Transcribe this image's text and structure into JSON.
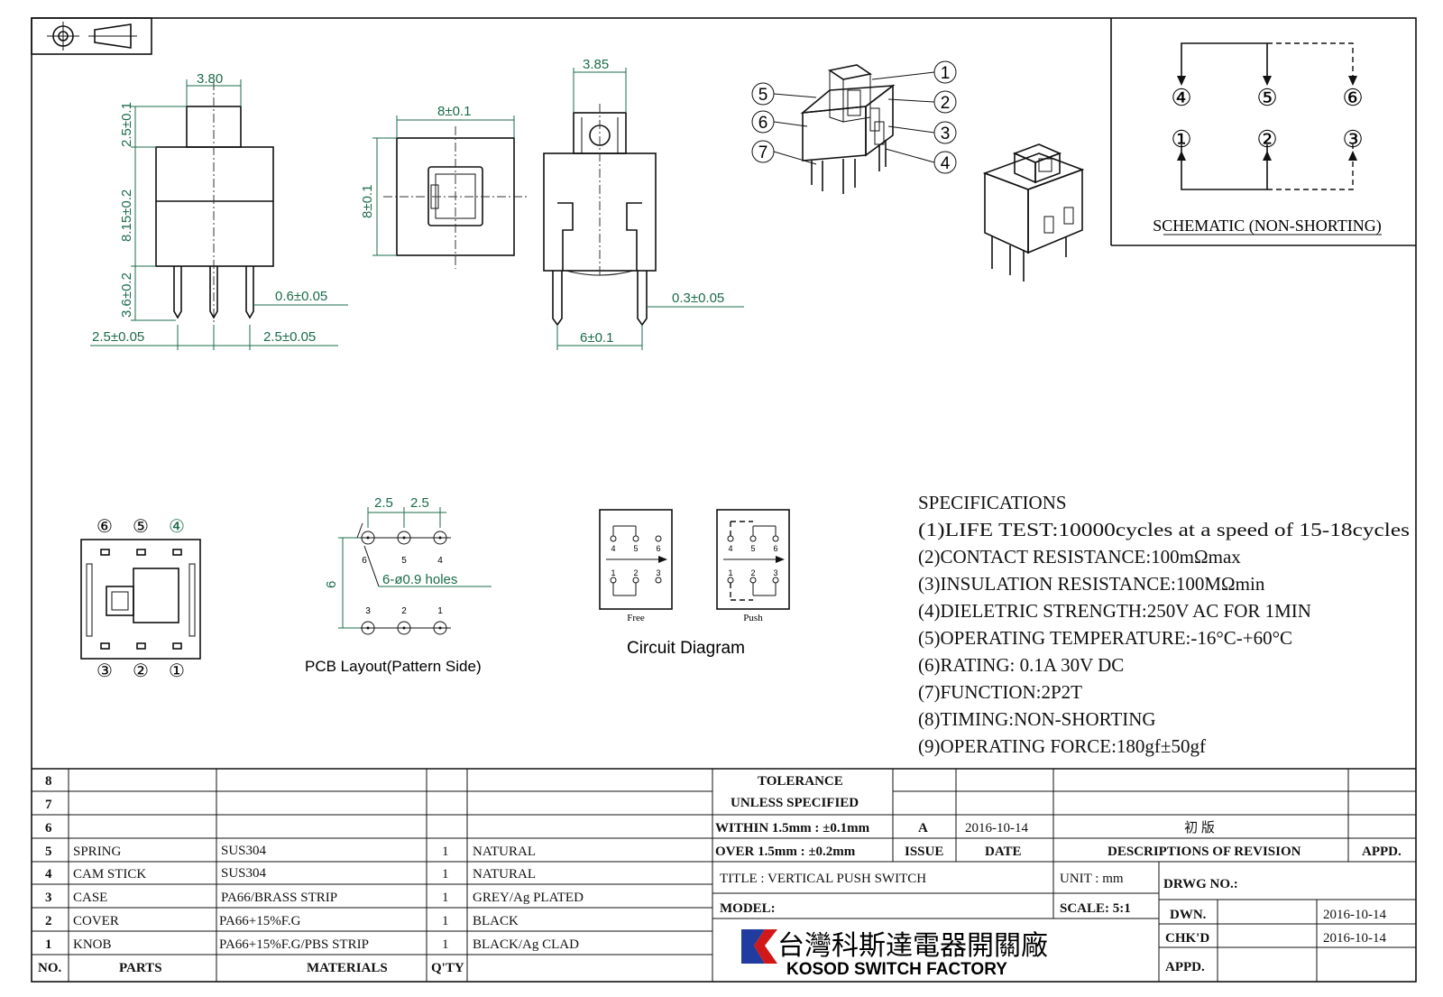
{
  "dims": {
    "side_top_width": "3.80",
    "side_knob_height": "2.5±0.1",
    "side_body_height": "8.15±0.2",
    "side_pin_height": "3.6±0.2",
    "side_pin_dia": "0.6±0.05",
    "side_pitch_left": "2.5±0.05",
    "side_pitch_right": "2.5±0.05",
    "top_width": "8±0.1",
    "top_height": "8±0.1",
    "front_knob_width": "3.85",
    "front_pin_dia": "0.3±0.05",
    "front_pin_span": "6±0.1"
  },
  "callouts": [
    "1",
    "2",
    "3",
    "4",
    "5",
    "6",
    "7"
  ],
  "schematic": {
    "title": "SCHEMATIC (NON-SHORTING)",
    "top_pins": [
      "④",
      "⑤",
      "⑥"
    ],
    "bottom_pins": [
      "①",
      "②",
      "③"
    ]
  },
  "bottom_view": {
    "top_pins": [
      "⑥",
      "⑤",
      "④"
    ],
    "bottom_pins": [
      "③",
      "②",
      "①"
    ]
  },
  "pcb": {
    "pitch_a": "2.5",
    "pitch_b": "2.5",
    "row_span": "6",
    "holes": "6-ø0.9 holes",
    "top_nums": [
      "6",
      "5",
      "4"
    ],
    "bottom_nums": [
      "3",
      "2",
      "1"
    ],
    "caption": "PCB Layout(Pattern Side)"
  },
  "circuit": {
    "free_label": "Free",
    "push_label": "Push",
    "top_nums": [
      "4",
      "5",
      "6"
    ],
    "bottom_nums": [
      "1",
      "2",
      "3"
    ],
    "caption": "Circuit Diagram"
  },
  "specs": {
    "title": "SPECIFICATIONS",
    "items": [
      "(1)LIFE TEST:10000cycles at a speed of 15-18cycles",
      "(2)CONTACT RESISTANCE:100mΩmax",
      "(3)INSULATION RESISTANCE:100MΩmin",
      "(4)DIELETRIC STRENGTH:250V AC FOR 1MIN",
      "(5)OPERATING TEMPERATURE:-16°C-+60°C",
      "(6)RATING: 0.1A 30V DC",
      "(7)FUNCTION:2P2T",
      "(8)TIMING:NON-SHORTING",
      "(9)OPERATING FORCE:180gf±50gf"
    ]
  },
  "bom": {
    "rows": [
      {
        "no": "8",
        "part": "",
        "material": "",
        "qty": "",
        "finish": ""
      },
      {
        "no": "7",
        "part": "",
        "material": "",
        "qty": "",
        "finish": ""
      },
      {
        "no": "6",
        "part": "",
        "material": "",
        "qty": "",
        "finish": ""
      },
      {
        "no": "5",
        "part": "SPRING",
        "material": "SUS304",
        "qty": "1",
        "finish": "NATURAL"
      },
      {
        "no": "4",
        "part": "CAM STICK",
        "material": "SUS304",
        "qty": "1",
        "finish": "NATURAL"
      },
      {
        "no": "3",
        "part": "CASE",
        "material": "PA66/BRASS STRIP",
        "qty": "1",
        "finish": "GREY/Ag PLATED"
      },
      {
        "no": "2",
        "part": "COVER",
        "material": "PA66+15%F.G",
        "qty": "1",
        "finish": "BLACK"
      },
      {
        "no": "1",
        "part": "KNOB",
        "material": "PA66+15%F.G/PBS STRIP",
        "qty": "1",
        "finish": "BLACK/Ag CLAD"
      }
    ],
    "header": {
      "no": "NO.",
      "parts": "PARTS",
      "materials": "MATERIALS",
      "qty": "Q'TY"
    }
  },
  "title_block": {
    "tolerance_1": "TOLERANCE",
    "tolerance_2": "UNLESS  SPECIFIED",
    "within": "WITHIN 1.5mm : ±0.1mm",
    "over": "OVER 1.5mm : ±0.2mm",
    "issue_val": "A",
    "date_val": "2016-10-14",
    "desc_val": "初  版",
    "issue_hdr": "ISSUE",
    "date_hdr": "DATE",
    "desc_hdr": "DESCRIPTIONS  OF  REVISION",
    "appd_hdr": "APPD.",
    "title": "TITLE :  VERTICAL PUSH SWITCH",
    "unit": "UNIT :  mm",
    "drwg": "DRWG NO.:",
    "model": "MODEL:",
    "scale": "SCALE:  5:1",
    "dwn": "DWN.",
    "dwn_date": "2016-10-14",
    "chkd": "CHK'D",
    "chkd_date": "2016-10-14",
    "appd": "APPD.",
    "company_cn": "台灣科斯達電器開關廠",
    "company_en": "KOSOD SWITCH FACTORY"
  }
}
